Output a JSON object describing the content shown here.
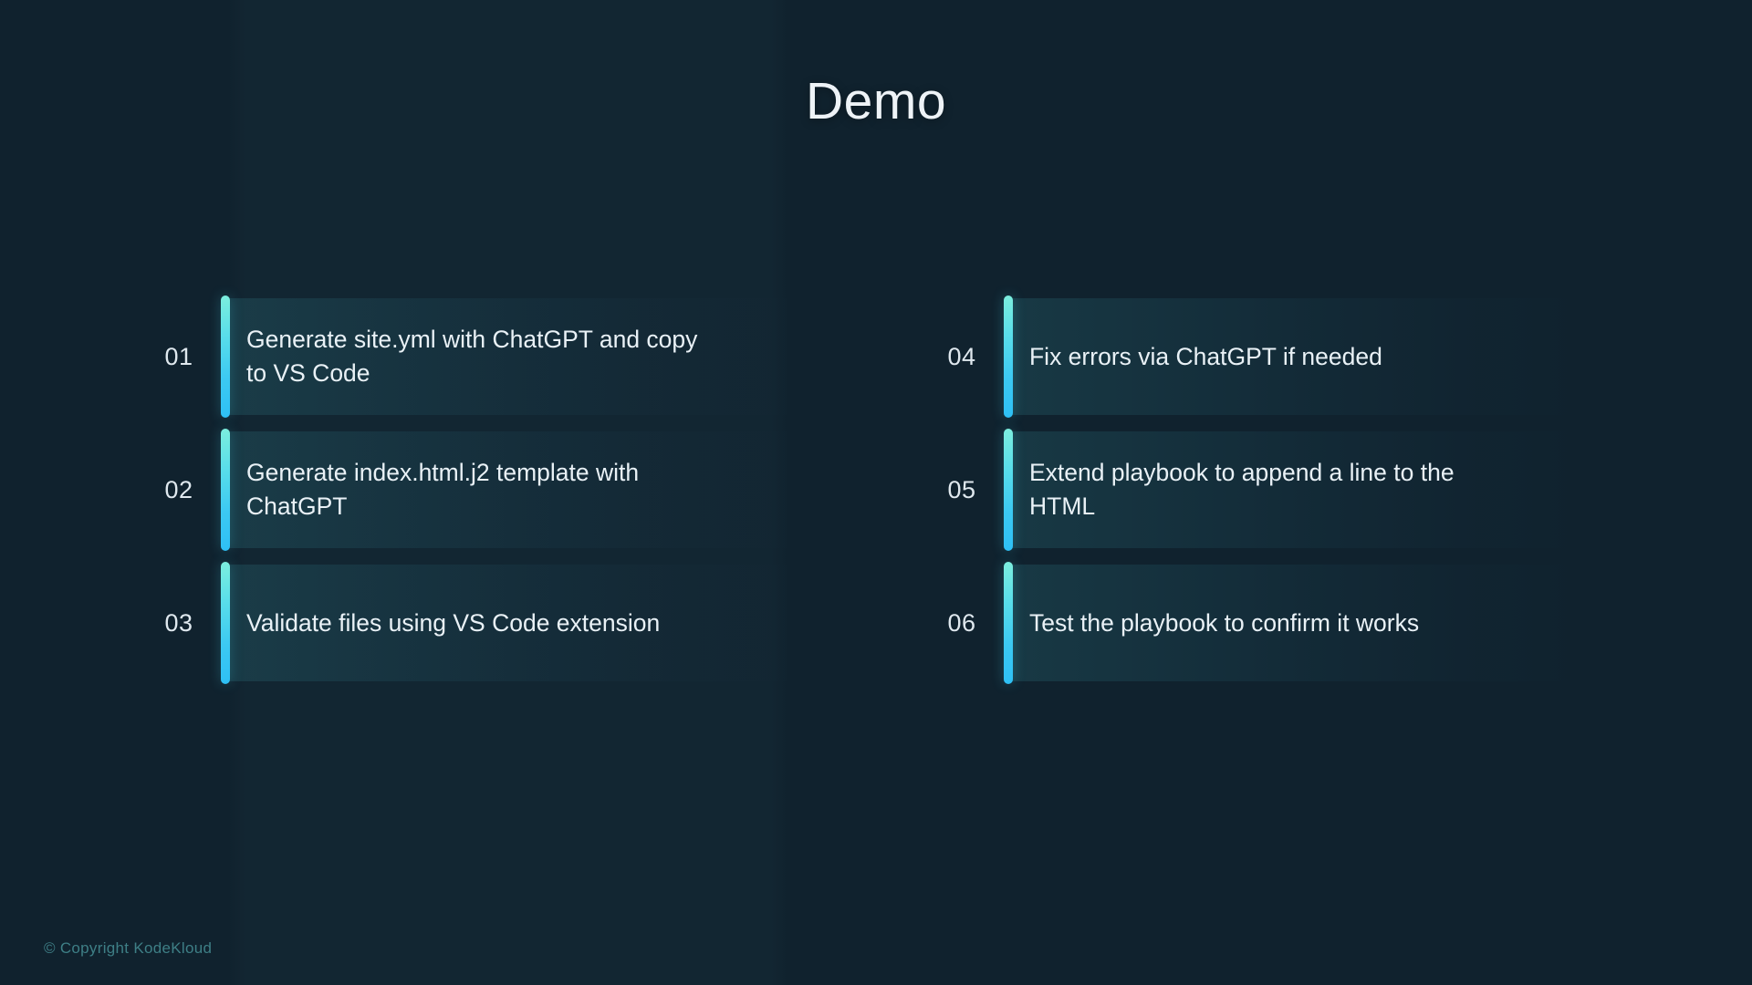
{
  "slide": {
    "title": "Demo",
    "accent_top": "#7ceede",
    "accent_bottom": "#2ec0f5",
    "background": "#10222e",
    "text_color": "#e9f1f6",
    "number_color": "#dfe8ee"
  },
  "steps": [
    {
      "number": "01",
      "text": "Generate site.yml with ChatGPT and copy to VS Code"
    },
    {
      "number": "02",
      "text": "Generate index.html.j2 template with ChatGPT"
    },
    {
      "number": "03",
      "text": "Validate files using VS Code extension"
    },
    {
      "number": "04",
      "text": "Fix errors via ChatGPT if needed"
    },
    {
      "number": "05",
      "text": "Extend playbook to append a line to the HTML"
    },
    {
      "number": "06",
      "text": "Test the playbook to confirm it works"
    }
  ],
  "footer": {
    "copyright": "© Copyright KodeKloud"
  }
}
